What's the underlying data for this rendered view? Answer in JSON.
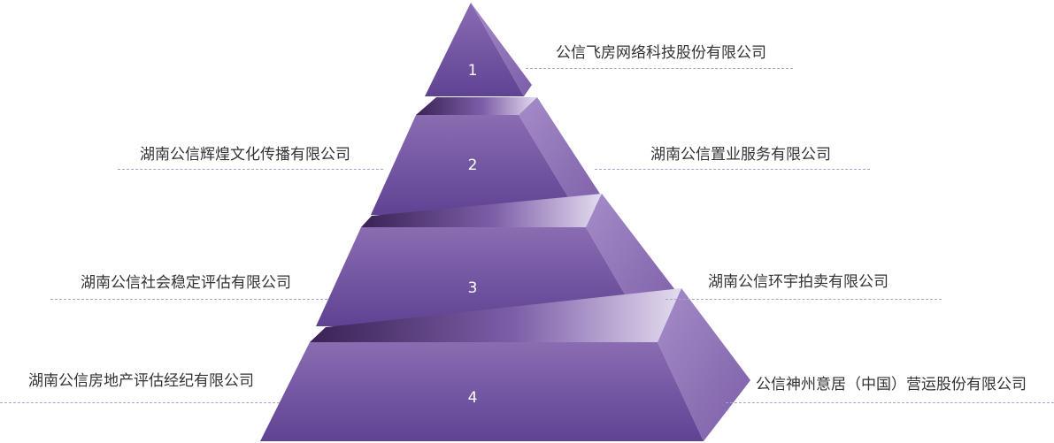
{
  "diagram": {
    "colors": {
      "front_top": "#8a6cb2",
      "front_bottom": "#5f4393",
      "side_light": "#a58cc8",
      "side_dark": "#7c5ea8",
      "top_dark": "#3a2254",
      "top_light": "#e4dcef",
      "label_text": "#333333",
      "dash_line": "#a9a2c9",
      "number_text": "#ffffff"
    },
    "tiers": [
      {
        "number": "1",
        "right_label": "公信飞房网络科技股份有限公司"
      },
      {
        "number": "2",
        "left_label": "湖南公信辉煌文化传播有限公司",
        "right_label": "湖南公信置业服务有限公司"
      },
      {
        "number": "3",
        "left_label": "湖南公信社会稳定评估有限公司",
        "right_label": "湖南公信环宇拍卖有限公司"
      },
      {
        "number": "4",
        "left_label": "湖南公信房地产评估经纪有限公司",
        "right_label": "公信神州意居（中国）营运股份有限公司"
      }
    ]
  }
}
